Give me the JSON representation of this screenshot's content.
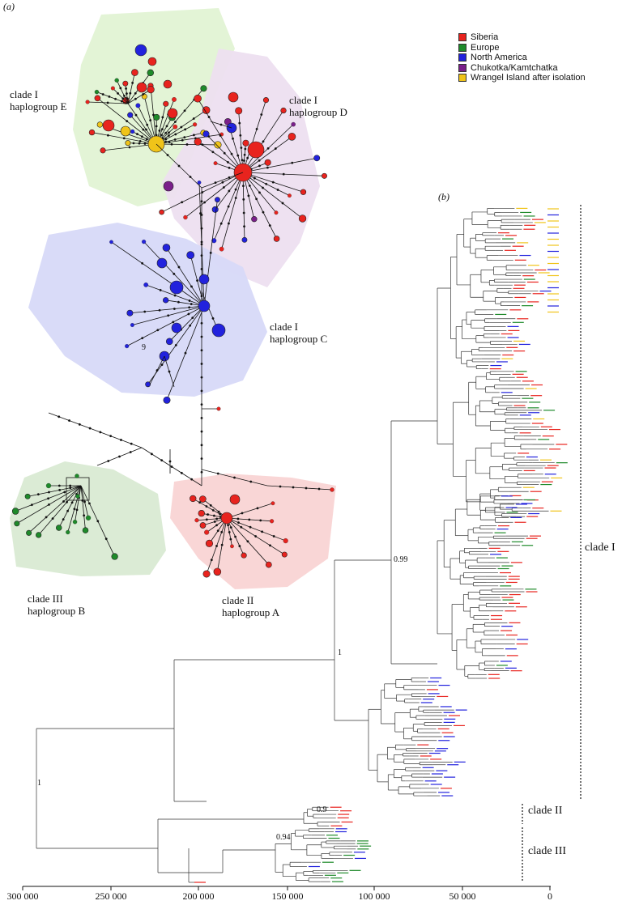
{
  "panel_a": {
    "label": "(a)",
    "clades": [
      {
        "id": "E",
        "text": "clade I\nhaplogroup E"
      },
      {
        "id": "D",
        "text": "clade I\nhaplogroup D"
      },
      {
        "id": "C",
        "text": "clade I\nhaplogroup C"
      },
      {
        "id": "B",
        "text": "clade III\nhaplogroup B"
      },
      {
        "id": "A",
        "text": "clade II\nhaplogroup A"
      }
    ],
    "node_label": "9"
  },
  "legend": [
    {
      "label": "Siberia",
      "color": "#e8231e"
    },
    {
      "label": "Europe",
      "color": "#1e8a2a"
    },
    {
      "label": "North America",
      "color": "#2222dd"
    },
    {
      "label": "Chukotka/Kamtchatka",
      "color": "#7a1f8a"
    },
    {
      "label": "Wrangel Island after isolation",
      "color": "#f0c419"
    }
  ],
  "colors": {
    "green_bg": "#e1f3d4",
    "purple_bg": "#eddff0",
    "blue_bg": "#d7d9f8",
    "darkgreen_bg": "#d9ead3",
    "pink_bg": "#f9d4d4"
  },
  "panel_b": {
    "label": "(b)",
    "clades": [
      "clade I",
      "clade II",
      "clade III"
    ],
    "supports": [
      "0.99",
      "1",
      "0.9",
      "0.94",
      "1"
    ],
    "axis_ticks": [
      "300 000",
      "250 000",
      "200 000",
      "150 000",
      "100 000",
      "50 000",
      "0"
    ]
  }
}
